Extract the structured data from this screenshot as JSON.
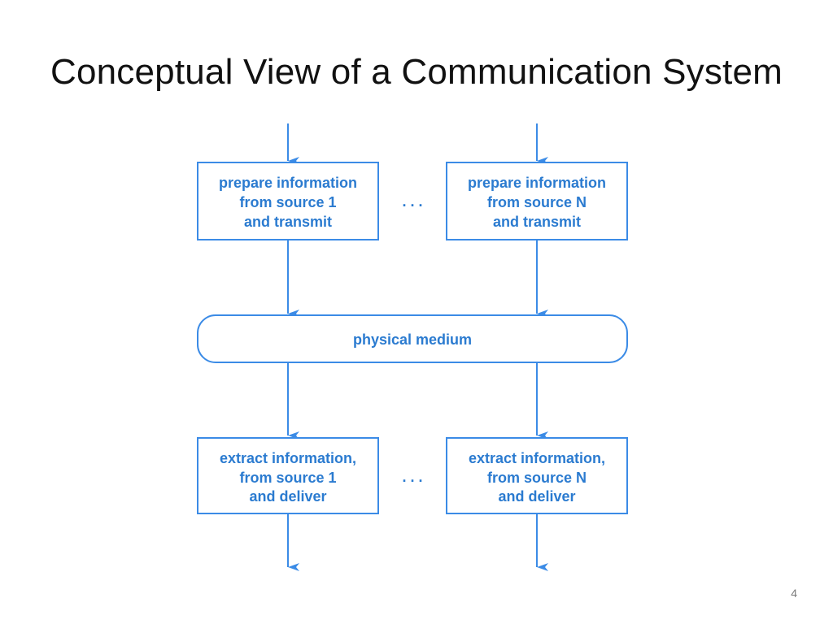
{
  "slide": {
    "title": "Conceptual View of a Communication System",
    "page_number": "4"
  },
  "diagram": {
    "accent_color": "#3b8be6",
    "sender_1": {
      "line1": "prepare information",
      "line2_prefix": "from source ",
      "line2_emph": "1",
      "line3": "and transmit"
    },
    "sender_n": {
      "line1": "prepare information",
      "line2_prefix": "from source ",
      "line2_emph": "N",
      "line3": "and transmit"
    },
    "medium": {
      "label": "physical medium"
    },
    "receiver_1": {
      "line1": "extract information,",
      "line2_prefix": "from source ",
      "line2_emph": "1",
      "line3": "and deliver"
    },
    "receiver_n": {
      "line1": "extract information,",
      "line2_prefix": "from source ",
      "line2_emph": "N",
      "line3": "and deliver"
    },
    "ellipsis": ". . ."
  }
}
